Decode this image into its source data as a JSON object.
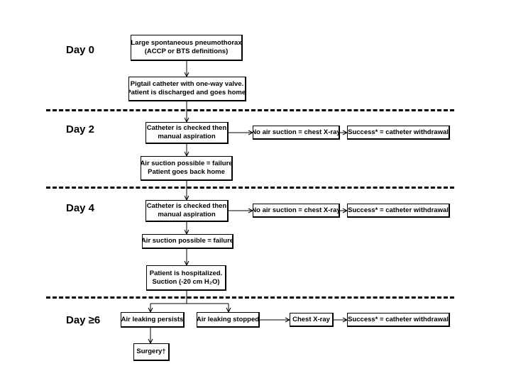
{
  "days": {
    "d0": "Day 0",
    "d2": "Day 2",
    "d4": "Day 4",
    "d6": "Day ≥6"
  },
  "boxes": {
    "large_ptx": {
      "line1": "Large spontaneous  pneumothorax",
      "line2": "(ACCP or BTS definitions)"
    },
    "pigtail": {
      "line1": "Pigtail catheter with one-way valve.",
      "line2": "Patient is discharged and goes home."
    },
    "check_d2": {
      "line1": "Catheter is checked then",
      "line2": "manual aspiration"
    },
    "no_air_d2": {
      "line1": "No air suction = chest X-ray"
    },
    "success_d2": {
      "line1": "Success* = catheter withdrawal"
    },
    "fail_d2": {
      "line1": "Air suction possible  = failure",
      "line2": "Patient goes back home"
    },
    "check_d4": {
      "line1": "Catheter is checked then",
      "line2": "manual aspiration"
    },
    "no_air_d4": {
      "line1": "No air suction = chest X-ray"
    },
    "success_d4": {
      "line1": "Success* = catheter withdrawal"
    },
    "fail_d4": {
      "line1": "Air suction possible  = failure"
    },
    "hospital": {
      "line1": "Patient is hospitalized.",
      "line2": "Suction (-20 cm H₂O)"
    },
    "leak_persists": {
      "line1": "Air leaking persists"
    },
    "leak_stopped": {
      "line1": "Air leaking stopped"
    },
    "chest_xray": {
      "line1": "Chest X-ray"
    },
    "success_d6": {
      "line1": "Success* = catheter withdrawal"
    },
    "surgery": {
      "line1": "Surgery†"
    }
  }
}
